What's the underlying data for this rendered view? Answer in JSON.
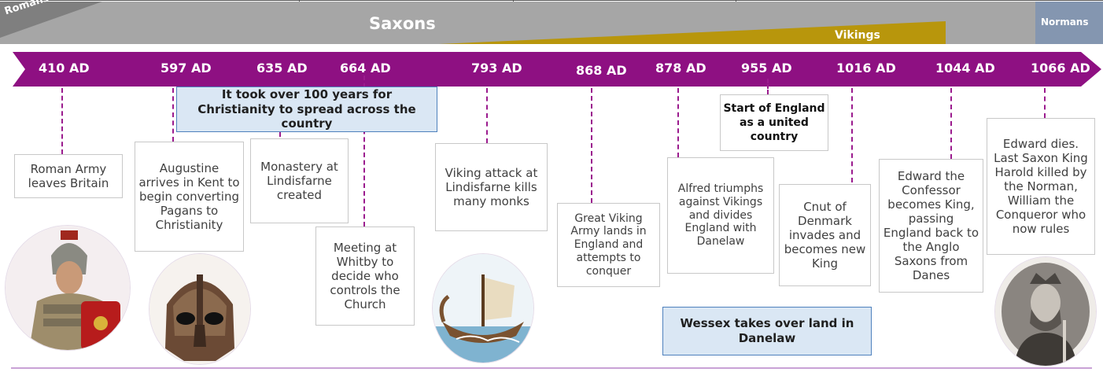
{
  "eras": {
    "romans": "Romans",
    "saxons": "Saxons",
    "vikings": "Vikings",
    "normans": "Normans"
  },
  "colors": {
    "timeline_arrow": "#8e1082",
    "era_bar": "#a6a6a6",
    "vikings": "#b8960c",
    "normans": "#8496b0",
    "callout_fill": "#dae7f4",
    "callout_border": "#4f81bd",
    "connector": "#9b1b8e"
  },
  "dates": [
    "410 AD",
    "597 AD",
    "635 AD",
    "664 AD",
    "793 AD",
    "868 AD",
    "878 AD",
    "955 AD",
    "1016 AD",
    "1044 AD",
    "1066 AD"
  ],
  "events": {
    "e410": "Roman Army leaves Britain",
    "e597": "Augustine arrives in Kent to begin converting Pagans to Christianity",
    "e635": "Monastery at Lindisfarne created",
    "e664": "Meeting at Whitby to decide who controls the Church",
    "e793": "Viking attack at Lindisfarne kills many monks",
    "e868": "Great Viking Army lands in England and attempts to conquer",
    "e878": "Alfred triumphs against Vikings and divides England with Danelaw",
    "e955": "Start of England as a united country",
    "e1016": "Cnut of Denmark invades and becomes new King",
    "e1044": "Edward the Confessor becomes King, passing England back to the Anglo Saxons from Danes",
    "e1066": "Edward dies. Last Saxon King Harold killed by the Norman, William the Conqueror who now rules"
  },
  "callouts": {
    "christianity": "It took over 100 years for Christianity to spread across the country",
    "wessex": "Wessex takes over land in Danelaw"
  },
  "images": {
    "roman_soldier": "roman-soldier-image",
    "saxon_helmet": "sutton-hoo-helmet-image",
    "viking_ship": "viking-ship-image",
    "william_portrait": "william-the-conqueror-portrait"
  }
}
